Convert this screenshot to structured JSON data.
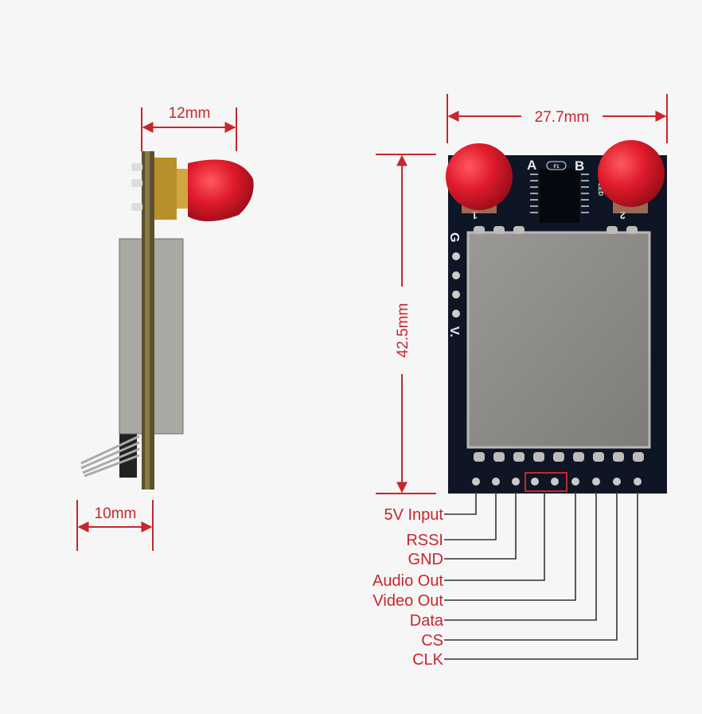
{
  "dimensions": {
    "side_width": "12mm",
    "side_thickness": "10mm",
    "board_width": "27.7mm",
    "board_height": "42.5mm"
  },
  "board_silkscreen": {
    "antenna_a": "A",
    "antenna_b": "B",
    "port_1": "1",
    "port_2": "2",
    "ground_mark": "G",
    "voltage_mark": "V.",
    "led_mark": "LED",
    "fuse_mark": "F1"
  },
  "pins": [
    {
      "label": "5V Input"
    },
    {
      "label": "RSSI"
    },
    {
      "label": "GND"
    },
    {
      "label": "Audio Out"
    },
    {
      "label": "Video Out"
    },
    {
      "label": "Data"
    },
    {
      "label": "CS"
    },
    {
      "label": "CLK"
    }
  ],
  "colors": {
    "annotation": "#c8262e",
    "pcb": "#0e1524",
    "antenna_cap": "#d9182a",
    "shield": "#8c8b88"
  }
}
